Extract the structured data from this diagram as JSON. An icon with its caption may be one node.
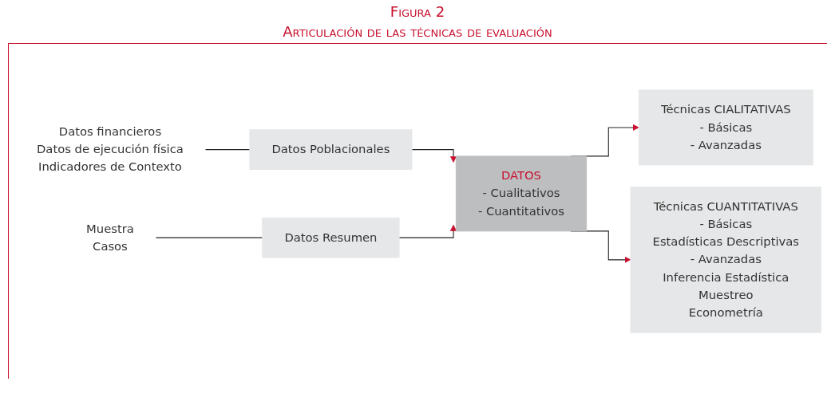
{
  "diagram": {
    "title": "Figura 2",
    "nodes": [
      {
        "text": [
          "Datos financieros",
          "Datos de ejecución física",
          "Indicadores de Contexto"
        ]
      },
      {
        "text": [
          "Datos Poblacionales"
        ]
      },
      {
        "text": [
          "Técnicas CIALITATIVAS",
          "- Básicas",
          "- Avanzadas"
        ]
      },
      {
        "text": [
          "DATOS",
          "- Cualitativos",
          "- Cuantitativos"
        ]
      },
      {
        "text": [
          "Técnicas CUANTITATIVAS",
          "- Básicas",
          "Estadísticas Descriptivas",
          "- Avanzadas",
          "Inferencia Estadística",
          "Muestreo",
          "Econometría"
        ]
      },
      {
        "text": [
          "Muestra",
          "Casos"
        ]
      },
      {
        "text": [
          "Datos Resumen"
        ]
      }
    ],
    "edges": [
      {
        "from": 0,
        "to": 1,
        "arrow": "none"
      },
      {
        "from": 1,
        "to": 3,
        "arrow": "to"
      },
      {
        "from": 6,
        "to": 3,
        "arrow": "to"
      },
      {
        "from": 5,
        "to": 6,
        "arrow": "none"
      },
      {
        "from": 3,
        "to": 2,
        "arrow": "to"
      },
      {
        "from": 3,
        "to": 4,
        "arrow": "to"
      }
    ],
    "labels": [
      "Articulación de las técnicas de evaluación"
    ]
  }
}
